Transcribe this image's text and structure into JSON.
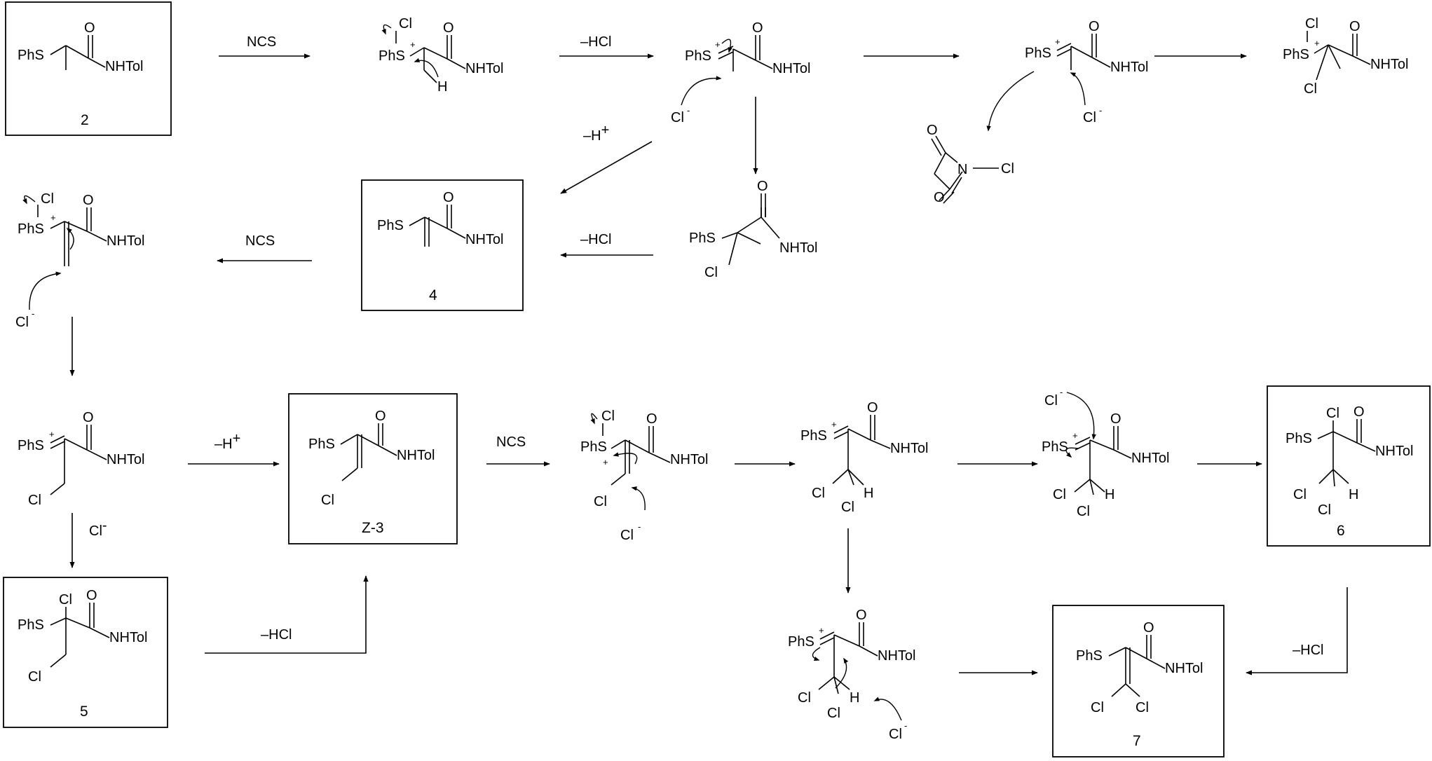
{
  "reagents": {
    "ncs": "NCS",
    "minus_hcl": "–HCl",
    "minus_h_plus": "–H",
    "plus_sup": "+",
    "chloride": "Cl",
    "minus_sup": "-"
  },
  "atoms": {
    "phs": "PhS",
    "phs_plus": "PhS",
    "nhtol": "NHTol",
    "o": "O",
    "cl": "Cl",
    "h": "H",
    "n": "N",
    "plus": "+",
    "minus": "-"
  },
  "compounds": {
    "c2": "2",
    "c4": "4",
    "cz3": "Z-3",
    "c5": "5",
    "c6": "6",
    "c7": "7"
  },
  "colors": {
    "ink": "#000000",
    "background": "#ffffff"
  }
}
